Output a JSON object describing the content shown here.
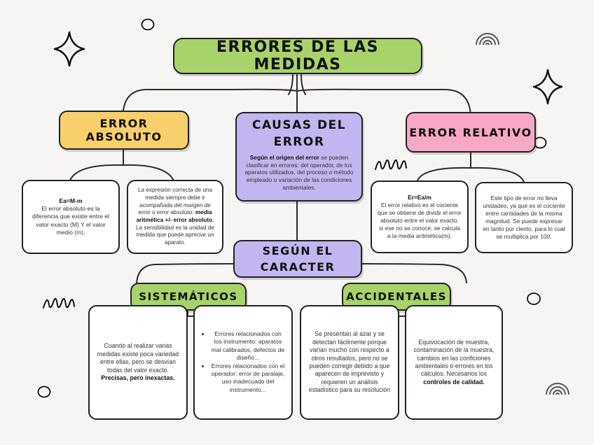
{
  "main_title": "ERRORES DE LAS MEDIDAS",
  "absolute": {
    "title": "ERROR ABSOLUTO",
    "card1": {
      "formula": "Ea=M-m",
      "text": "El error absoluto es la diferencia que existe entre el valor exacto (M) Y el valor medio (m)."
    },
    "card2": {
      "text_a": "La expresión correcta de una medida siempre debe ir acompañada del margen de error o error absoluto: ",
      "bold": "media aritmética +/- error absoluto",
      "text_b": ". La sensibilidad es la unidad de medida que puede apreciar un aparato."
    }
  },
  "causes": {
    "title": "CAUSAS DEL ERROR",
    "bold": "Según el origen del error",
    "text": " se pueden clasificar en errores: del operador, de los aparatos utilizados, del proceso o método empleado o variación de las condiciones ambientales."
  },
  "relative": {
    "title": "ERROR RELATIVO",
    "card1": {
      "formula": "Er=Ea/m",
      "text": "El error relativo es el cociente que se obtiene de dividir el error absoluto entre el valor exacto. si ese no se conoce, se calcula a la media aritmética(m)."
    },
    "card2": {
      "text": "Este tipo de error no lleva unidades, ya que es el cociente entre cantidades de la misma magnitud. Se puede expresar en tanto por ciento, para lo cual se multiplica por 100."
    }
  },
  "character": {
    "title": "SEGÚN EL CARACTER"
  },
  "systematic": {
    "title": "SISTEMÁTICOS",
    "card1": {
      "text": "Cuando al realizar varias medidas existe poca variedad entre ellas, pero se desvían todas del valor exacto.",
      "bold": "Precisas, pero inexactas."
    },
    "card2": {
      "items": [
        "Errores relacionados con los instrumento: aparatos mal calibrados, defectos de diseño...",
        "Errores relacionados con el operador: error de paralaje, uso inadecuado del instrumento..."
      ]
    }
  },
  "accidental": {
    "title": "ACCIDENTALES",
    "card1": {
      "text": "Se presentan al azar y se detectan fácilmente porque varían mucho con respecto a otros resultados, pero no se pueden corregir debido a que aparecen de imprevisto y requieren un análisis estadístico para su resolución"
    },
    "card2": {
      "text": "Equivocación de muestra, contaminación de la muestra, cambios en las conficiones ambientales o errores en los cálculos. Necesarios los ",
      "bold": "controles de calidad."
    }
  },
  "colors": {
    "green": "#a8d26a",
    "yellow": "#f7cf6b",
    "purple": "#c3b5ef",
    "pink": "#f6a8c6",
    "background": "#f6f5f3"
  },
  "decorations": [
    "sparkle-icon",
    "sparkle-icon",
    "circle-doodle",
    "circle-doodle",
    "circle-doodle",
    "circle-doodle",
    "rainbow-icon",
    "rainbow-icon",
    "loop-doodle",
    "loop-doodle"
  ]
}
